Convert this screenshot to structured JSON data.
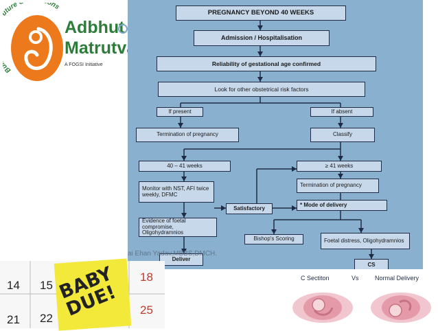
{
  "logo": {
    "arc_text": "Building Healthy Future Generations",
    "name_line1": "Adbhut",
    "name_line2": "Matrutva",
    "initiative": "A FOGSI Initiative",
    "colors": {
      "orange": "#ec7a1c",
      "green": "#2e7c3a"
    }
  },
  "flowchart": {
    "title": "PREGNANCY BEYOND 40 WEEKS",
    "admission": "Admission / Hospitalisation",
    "reliability": "Reliability of gestational age confirmed",
    "risk_factors": "Look for other obstetrical risk factors",
    "if_present": "If present",
    "if_absent": "If absent",
    "termination_left": "Termination of pregnancy",
    "classify": "Classify",
    "weeks_40_41": "40 – 41 weeks",
    "weeks_ge_41": "≥ 41 weeks",
    "monitor": "Monitor with NST, AFI twice weekly, DFMC",
    "termination_right": "Termination of pregnancy",
    "satisfactory": "Satisfactory",
    "mode_of_delivery": "* Mode of delivery",
    "evidence": "Evidence of foetal compromise, Oligohydramnios",
    "bishop": "Bishop's Scoring",
    "foetal_distress": "Foetal distress, Oligohydramnios",
    "deliver": "Deliver",
    "cs": "CS",
    "watermark": "ai Ehan Yadav,MBBS,DMCH.",
    "colors": {
      "background": "#8ab0cf",
      "box": "#c6d8ea",
      "border": "#1f2a44"
    }
  },
  "calendar": {
    "numbers": [
      "14",
      "15",
      "18",
      "21",
      "22",
      "25"
    ],
    "sticky_note": "BABY DUE!"
  },
  "comparison": {
    "label_left": "C Sectiton",
    "label_vs": "Vs",
    "label_right": "Normal Delivery"
  }
}
